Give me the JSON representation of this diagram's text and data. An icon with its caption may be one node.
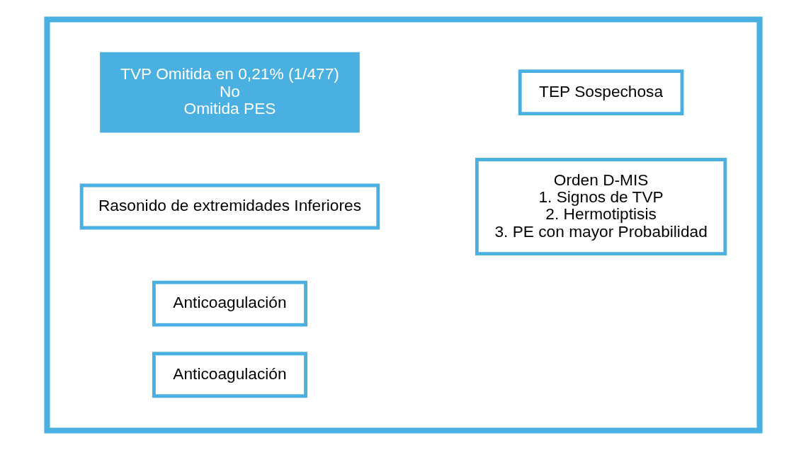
{
  "diagram": {
    "nodes": [
      {
        "text": [],
        "shape": "box"
      },
      {
        "text": [
          "TVP Omitida en 0,21% (1/477)",
          "No",
          "Omitida PES"
        ],
        "in": 0
      },
      {
        "text": [
          "TEP Sospechosa"
        ],
        "in": 0
      },
      {
        "text": [
          "Rasonido de extremidades Inferiores"
        ],
        "in": 0
      },
      {
        "text": [
          "Orden D-MIS",
          "1. Signos de TVP",
          "2. Hermotiptisis",
          "3. PE con mayor Probabilidad"
        ],
        "in": 0
      },
      {
        "text": [
          "Anticoagulación"
        ],
        "in": 0
      },
      {
        "text": [
          "Anticoagulación"
        ],
        "in": 0
      }
    ],
    "edges": []
  }
}
